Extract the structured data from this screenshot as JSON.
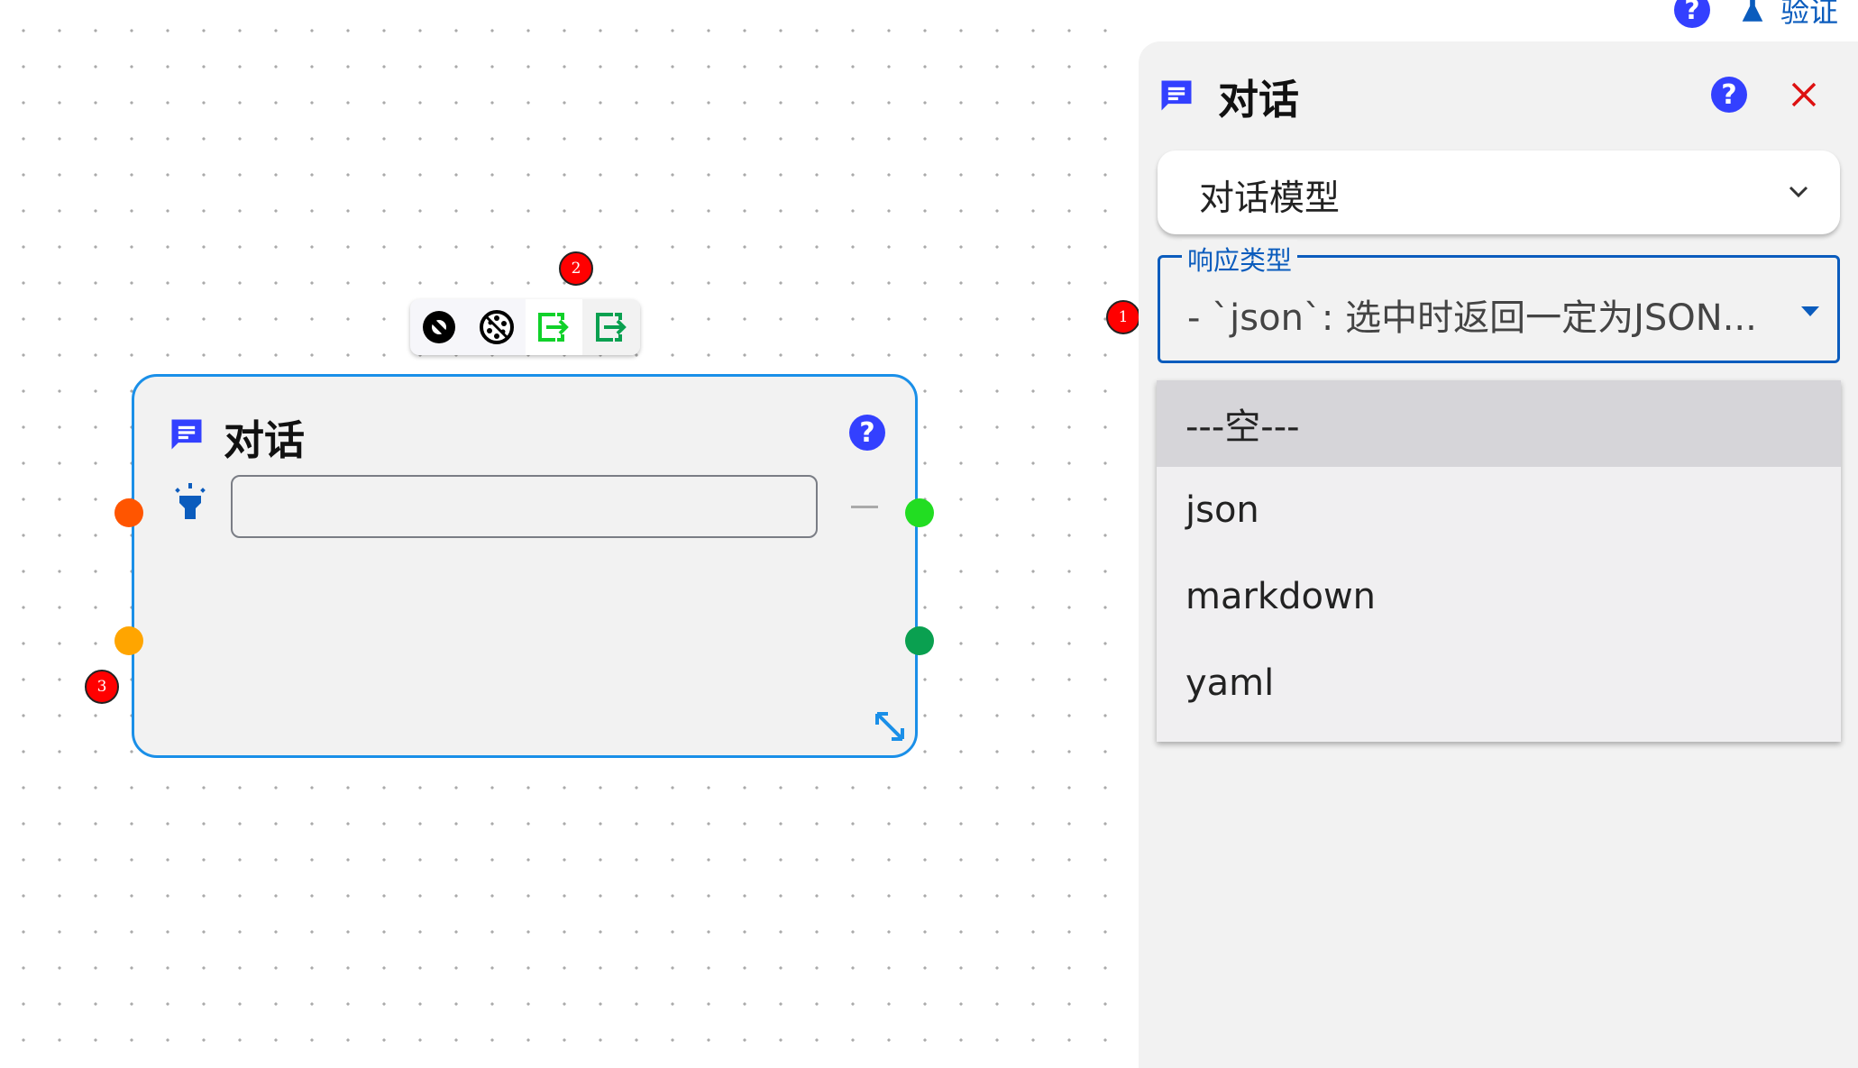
{
  "topbar": {
    "validate_label": "验证"
  },
  "panel": {
    "title": "对话",
    "model_select": "对话模型",
    "response_type": {
      "label": "响应类型",
      "value": "- `json`: 选中时返回一定为JSON..."
    },
    "options": [
      "---空---",
      "json",
      "markdown",
      "yaml"
    ]
  },
  "node": {
    "title": "对话",
    "input_value": ""
  },
  "badges": [
    "1",
    "2",
    "3"
  ],
  "colors": {
    "accent": "#0b5cbd",
    "node_border": "#1a8fe8",
    "port_in": "#ff5500",
    "port_in2": "#ffa500",
    "port_out": "#22dd22",
    "port_out2": "#0aa050"
  }
}
